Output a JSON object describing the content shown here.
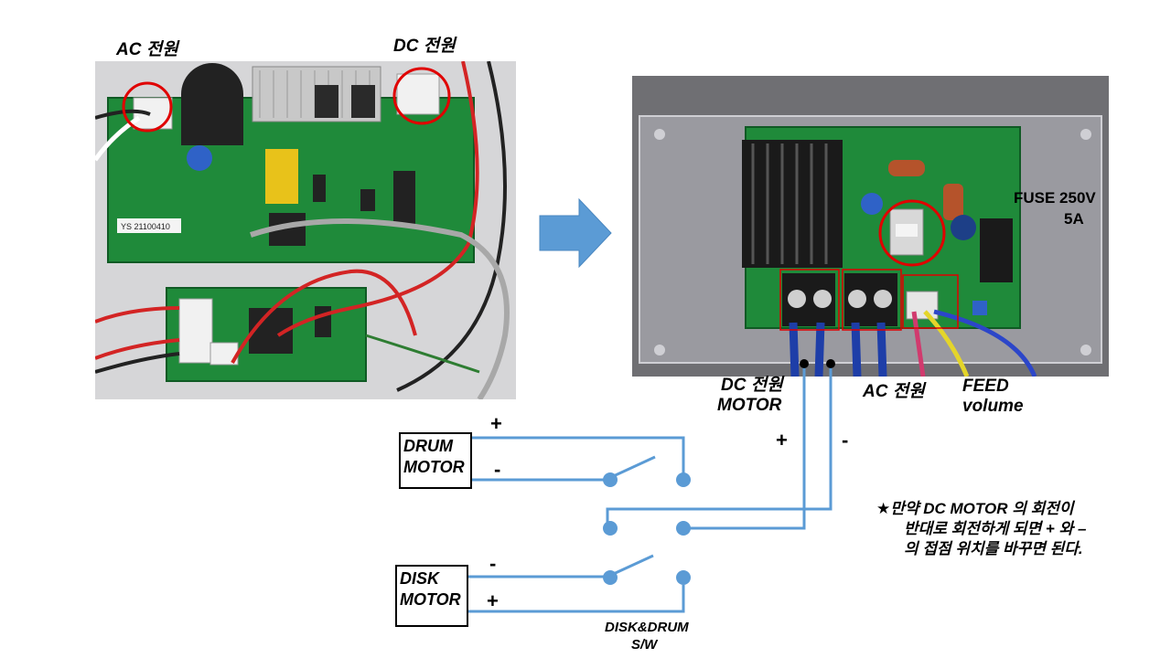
{
  "photo_left": {
    "ac_label": "AC 전원",
    "dc_label": "DC 전원",
    "board_sticker": "YS 21100410"
  },
  "arrow": {
    "color": "#5b9bd5"
  },
  "photo_right": {
    "fuse_label_line1": "FUSE 250V",
    "fuse_label_line2": "5A"
  },
  "terminal_labels": {
    "dc_motor_line1": "DC 전원",
    "dc_motor_line2": "MOTOR",
    "ac_power": "AC 전원",
    "feed_line1": "FEED",
    "feed_line2": "volume",
    "plus": "+",
    "minus": "-"
  },
  "drum_motor": {
    "line1": "DRUM",
    "line2": "MOTOR",
    "plus": "+",
    "minus": "-"
  },
  "disk_motor": {
    "line1": "DISK",
    "line2": "MOTOR",
    "minus": "-",
    "plus": "+"
  },
  "switch_label": {
    "line1": "DISK&DRUM",
    "line2": "S/W"
  },
  "note": {
    "line1": "★만약 DC MOTOR 의 회전이",
    "line2": "반대로 회전하게 되면 + 와 –",
    "line3": "의 접점 위치를 바꾸면 된다."
  },
  "colors": {
    "wire": "#5b9bd5",
    "highlight_circle": "#e00000",
    "highlight_box": "#e00000",
    "pcb_green": "#1f8a3a"
  }
}
